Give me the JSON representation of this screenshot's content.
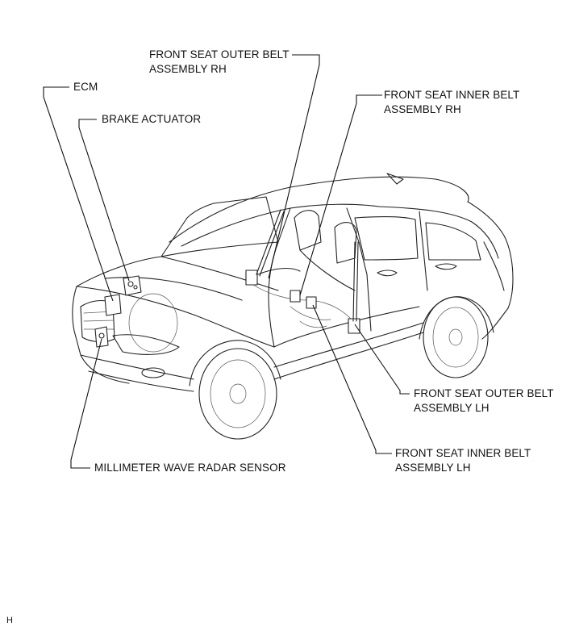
{
  "labels": {
    "outer_rh_line1": "FRONT SEAT OUTER BELT",
    "outer_rh_line2": "ASSEMBLY RH",
    "ecm": "ECM",
    "brake_actuator": "BRAKE ACTUATOR",
    "inner_rh_line1": "FRONT SEAT INNER BELT",
    "inner_rh_line2": "ASSEMBLY RH",
    "outer_lh_line1": "FRONT SEAT OUTER BELT",
    "outer_lh_line2": "ASSEMBLY LH",
    "inner_lh_line1": "FRONT SEAT INNER BELT",
    "inner_lh_line2": "ASSEMBLY LH",
    "radar": "MILLIMETER WAVE RADAR SENSOR"
  },
  "corner_mark": "H"
}
